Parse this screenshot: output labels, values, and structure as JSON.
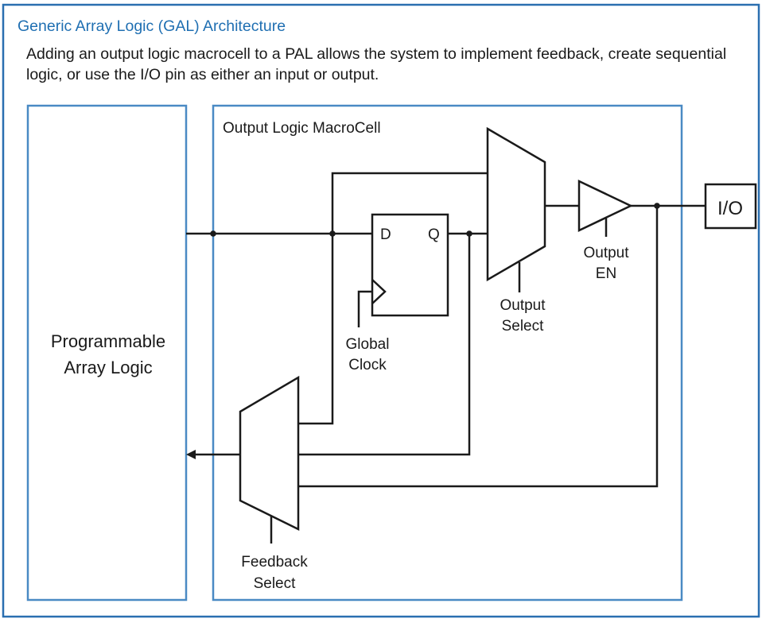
{
  "slide": {
    "title": "Generic Array Logic (GAL) Architecture",
    "description": "Adding an output logic macrocell to a PAL allows the system to implement feedback, create sequential logic, or use the I/O pin as either an input or output."
  },
  "diagram": {
    "pal_block": {
      "line1": "Programmable",
      "line2": "Array Logic"
    },
    "olmc_block": {
      "label": "Output Logic MacroCell"
    },
    "flip_flop": {
      "d_label": "D",
      "q_label": "Q"
    },
    "global_clock": {
      "line1": "Global",
      "line2": "Clock"
    },
    "output_select": {
      "line1": "Output",
      "line2": "Select"
    },
    "output_en": {
      "line1": "Output",
      "line2": "EN"
    },
    "io_pin": {
      "label": "I/O"
    },
    "feedback_select": {
      "line1": "Feedback",
      "line2": "Select"
    }
  },
  "colors": {
    "frame_border": "#2a6fb0",
    "block_border": "#4a8ac4",
    "title": "#1f6fb2",
    "text": "#1a1a1a",
    "wire": "#1a1a1a"
  }
}
